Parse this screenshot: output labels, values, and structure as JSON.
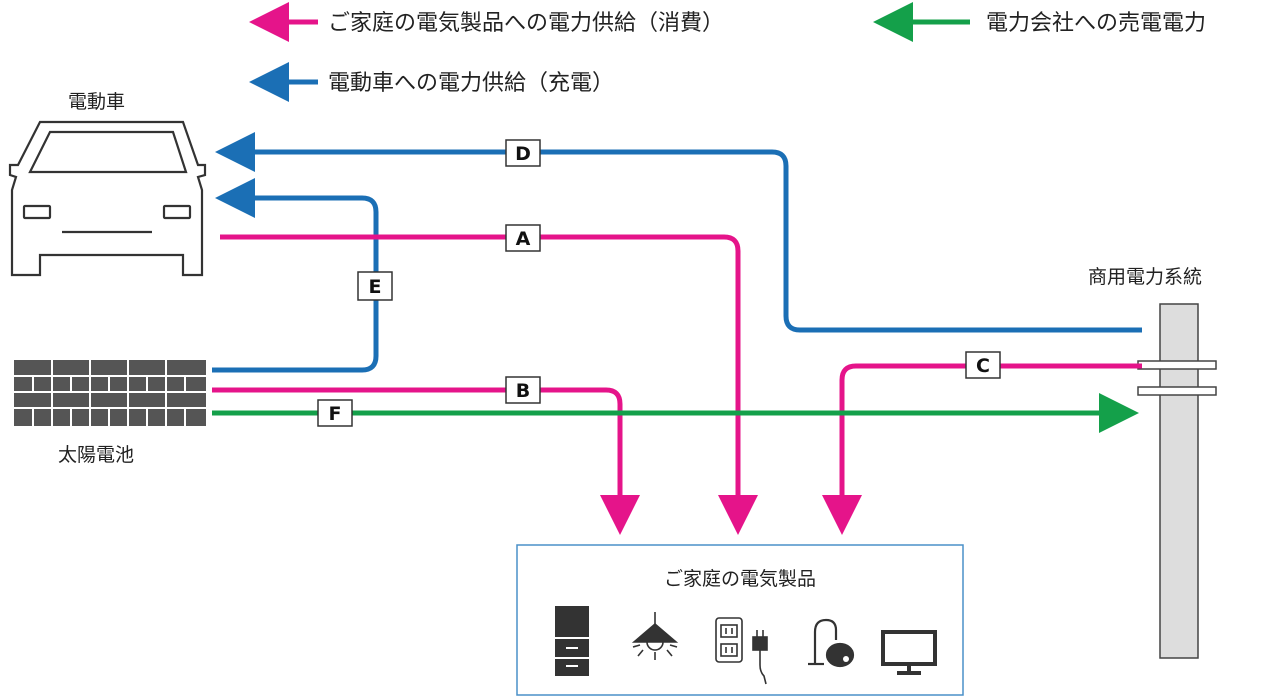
{
  "legend": {
    "consumption": "ご家庭の電気製品への電力供給（消費）",
    "sell": "電力会社への売電電力",
    "charge": "電動車への電力供給（充電）"
  },
  "nodes": {
    "ev": "電動車",
    "solar": "太陽電池",
    "grid": "商用電力系統",
    "home": "ご家庭の電気製品"
  },
  "flows": {
    "a": "A",
    "b": "B",
    "c": "C",
    "d": "D",
    "e": "E",
    "f": "F"
  },
  "colors": {
    "consumption": "#e5148a",
    "sell": "#14a04a",
    "charge": "#1b6fb5",
    "home_border": "#4a90c8"
  },
  "icons": [
    "fridge-icon",
    "ceiling-lamp-icon",
    "outlet-plug-icon",
    "vacuum-icon",
    "tv-icon"
  ]
}
